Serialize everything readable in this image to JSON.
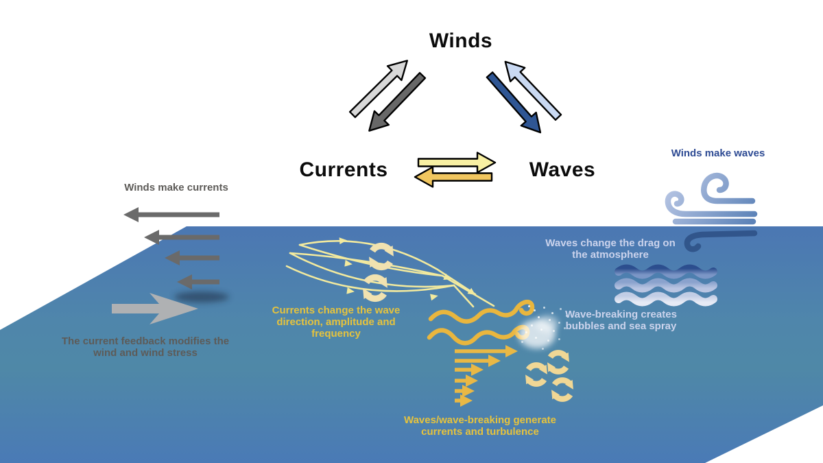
{
  "figure": {
    "type": "conceptual-diagram",
    "topic": "Wind-wave-current interactions at the ocean surface"
  },
  "triangle": {
    "winds_label": "Winds",
    "currents_label": "Currents",
    "waves_label": "Waves",
    "links": [
      {
        "from": "Winds",
        "to": "Currents",
        "bidirectional": true
      },
      {
        "from": "Winds",
        "to": "Waves",
        "bidirectional": true
      },
      {
        "from": "Currents",
        "to": "Waves",
        "bidirectional": true
      }
    ]
  },
  "annotations": {
    "winds_make_currents": "Winds make currents",
    "winds_make_waves": "Winds make waves",
    "current_feedback": "The current feedback modifies the wind and wind stress",
    "currents_change": "Currents change the wave direction, amplitude and frequency",
    "waves_drag": "Waves change the drag on the atmosphere",
    "wave_breaking_spray": "Wave-breaking creates bubbles and sea spray",
    "waves_generate": "Waves/wave-breaking generate currents and turbulence"
  },
  "icons": [
    "wind-gust-icon",
    "wind-profile-arrows",
    "current-feedback-arrow",
    "wave-ray-lenses",
    "rotation-eddy-icon",
    "breaking-wave-icon",
    "sea-spray-dots",
    "drag-wave-bands",
    "exchange-arrows"
  ],
  "colors": {
    "ocean_top": "#4b77b3",
    "ocean_mid": "#4f87a9",
    "ocean_bottom": "#4a7ab6",
    "arrow_gray_light": "#d8d8d8",
    "arrow_gray_dark": "#686868",
    "arrow_blue_light": "#c9d9f2",
    "arrow_blue_dark": "#2f5694",
    "arrow_yellow_light": "#f8f0a3",
    "arrow_yellow_gold": "#f1c65f",
    "text_gray": "#5d5b58",
    "text_navy": "#2d4a93",
    "text_gold": "#e6c33d",
    "text_lavender": "#cbd3ec"
  }
}
